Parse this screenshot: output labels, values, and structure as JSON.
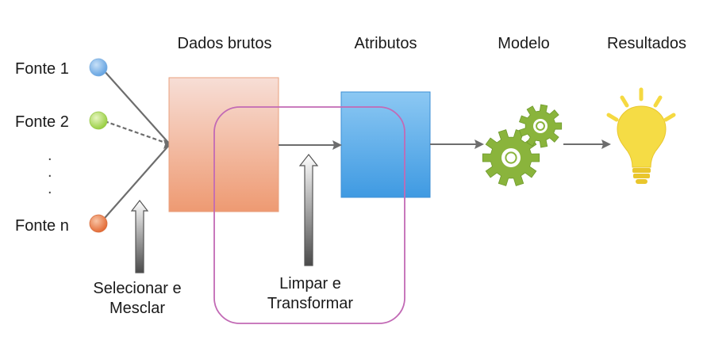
{
  "sources": [
    {
      "label": "Fonte 1",
      "color": "#6aa8e3",
      "connector": "solid"
    },
    {
      "label": "Fonte 2",
      "color": "#a7d84a",
      "connector": "dashed"
    },
    {
      "label": "Fonte n",
      "color": "#e6763e",
      "connector": "solid"
    }
  ],
  "ellipsis": ".",
  "stages": {
    "raw_data": {
      "label": "Dados brutos",
      "color": "#f2a888"
    },
    "features": {
      "label": "Atributos",
      "color": "#5aaeea"
    },
    "model": {
      "label": "Modelo",
      "icon": "gears-icon",
      "color": "#8ab43c"
    },
    "results": {
      "label": "Resultados",
      "icon": "lightbulb-icon",
      "color": "#f5d941"
    }
  },
  "steps": {
    "select_merge": {
      "line1": "Selecionar e",
      "line2": "Mesclar"
    },
    "clean_transform": {
      "line1": "Limpar e",
      "line2": "Transformar",
      "outline_color": "#c26ab5"
    }
  }
}
